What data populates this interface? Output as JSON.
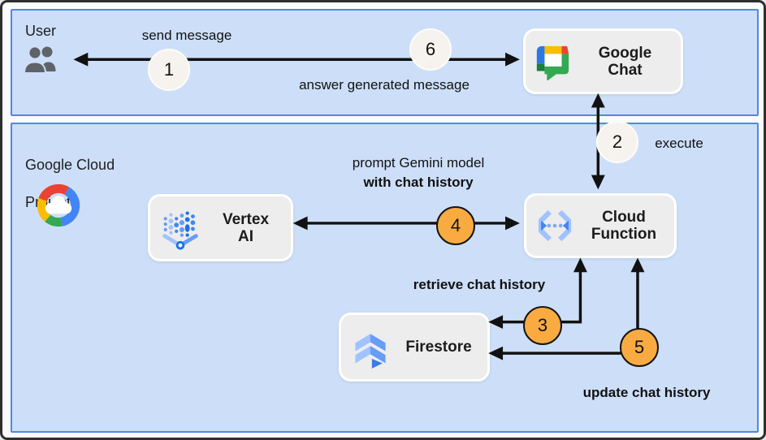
{
  "panels": {
    "user": {
      "label": "User"
    },
    "gcp": {
      "line1": "Google Cloud",
      "line2": "Project"
    }
  },
  "nodes": {
    "google_chat": {
      "line1": "Google",
      "line2": "Chat"
    },
    "vertex_ai": {
      "line1": "Vertex",
      "line2": "AI"
    },
    "cloud_function": {
      "line1": "Cloud",
      "line2": "Function"
    },
    "firestore": {
      "label": "Firestore"
    }
  },
  "steps": {
    "s1": {
      "num": "1",
      "label": "send message"
    },
    "s2": {
      "num": "2",
      "label": "execute"
    },
    "s3": {
      "num": "3",
      "label": "retrieve chat history"
    },
    "s4": {
      "num": "4",
      "label_line1": "prompt Gemini model",
      "label_line2": "with chat history"
    },
    "s5": {
      "num": "5",
      "label": "update chat history"
    },
    "s6": {
      "num": "6",
      "label": "answer generated message"
    }
  },
  "icons": {
    "users": "users-icon",
    "gcp_logo": "google-cloud-logo-icon",
    "google_chat": "google-chat-icon",
    "vertex_ai": "vertex-ai-icon",
    "cloud_function": "cloud-function-icon",
    "firestore": "firestore-icon"
  },
  "colors": {
    "panel_fill": "#cddff8",
    "panel_border": "#4f87e8",
    "node_fill": "#ededed",
    "node_border": "#ffffff",
    "step_light_fill": "#f6f3ee",
    "step_orange_fill": "#f9ab42",
    "arrow": "#111111",
    "icon_gray": "#5f6368",
    "google_blue": "#4285f4",
    "google_red": "#ea4335",
    "google_yellow": "#fbbc04",
    "google_green": "#34a853"
  }
}
